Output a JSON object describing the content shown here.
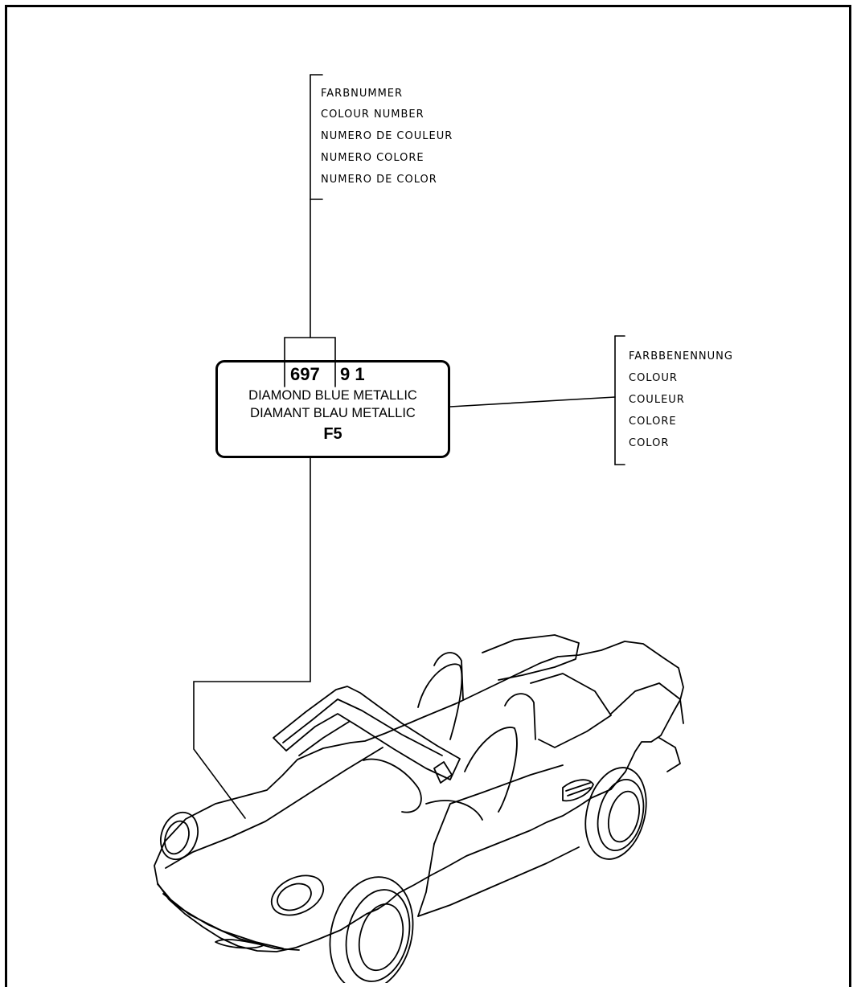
{
  "colour_number_labels": [
    "FARBNUMMER",
    "COLOUR NUMBER",
    "NUMERO DE COULEUR",
    "NUMERO COLORE",
    "NUMERO DE COLOR"
  ],
  "colour_name_labels": [
    "FARBBENENNUNG",
    "COLOUR",
    "COULEUR",
    "COLORE",
    "COLOR"
  ],
  "plate": {
    "code_part1": "697",
    "code_part2": "9 1",
    "name_en": "DIAMOND BLUE METALLIC",
    "name_de": "DIAMANT BLAU METALLIC",
    "code": "F5"
  },
  "line_color": "#000000",
  "background_color": "#ffffff"
}
